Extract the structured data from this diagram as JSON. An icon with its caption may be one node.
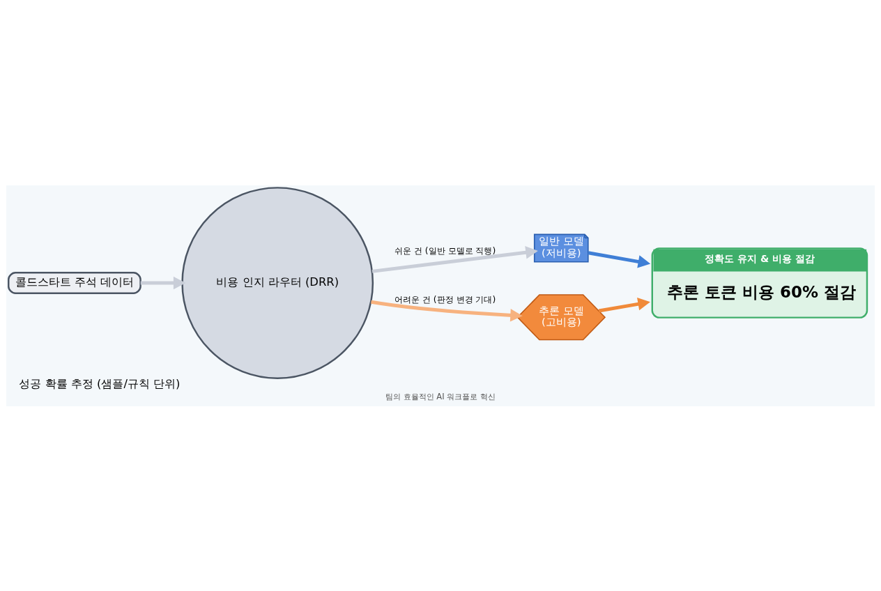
{
  "diagram": {
    "caption": "팀의 효율적인 AI 워크플로 혁신",
    "nodes": [
      {
        "text": [
          "콜드스타트 주석 데이터"
        ]
      },
      {
        "text": [
          "비용 인지 라우터 (DRR)"
        ],
        "beside": [
          "성공 확률 추정 (샘플/규칙 단위)"
        ]
      },
      {
        "text": [
          "일반 모델",
          "(저비용)"
        ]
      },
      {
        "text": [
          "추론 모델",
          "(고비용)"
        ]
      },
      {
        "text": [
          "정확도 유지 & 비용 절감",
          "추론 토큰 비용 60% 절감"
        ]
      }
    ],
    "edges": [
      {
        "from": 0,
        "to": 1,
        "arrow": "to"
      },
      {
        "from": 1,
        "to": 2,
        "arrow": "to",
        "label": "쉬운 건 (일반 모델로 직행)"
      },
      {
        "from": 1,
        "to": 3,
        "arrow": "to",
        "label": "어려운 건 (판정 변경 기대)",
        "color": "#f7b27f"
      },
      {
        "from": 2,
        "to": 4,
        "arrow": "to",
        "color": "#3f7fd6"
      },
      {
        "from": 3,
        "to": 4,
        "arrow": "to",
        "color": "#f08a3a"
      }
    ]
  }
}
